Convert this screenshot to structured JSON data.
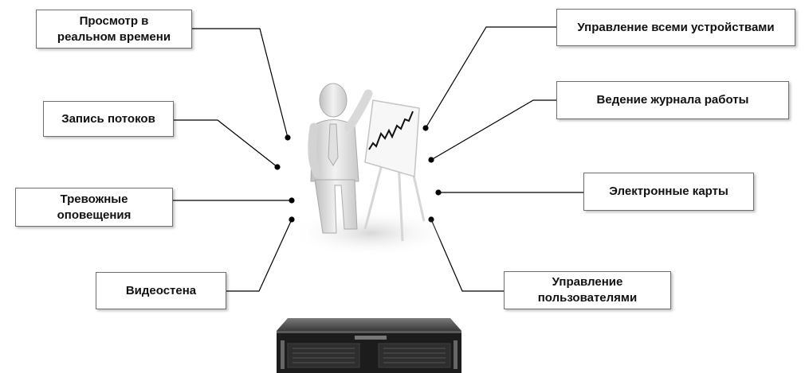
{
  "labels": {
    "live_view": "Просмотр в\nреальном времени",
    "stream_recording": "Запись потоков",
    "alarm_notifications": "Тревожные\nоповещения",
    "video_wall": "Видеостена",
    "device_management": "Управление всеми устройствами",
    "work_log": "Ведение журнала работы",
    "e_maps": "Электронные карты",
    "user_management": "Управление\nпользователями"
  },
  "icons": {
    "center": "presenter-with-chart-icon",
    "bottom": "nvr-server-icon"
  },
  "colors": {
    "border": "#6f6f6f",
    "line": "#000000",
    "text": "#111111"
  }
}
